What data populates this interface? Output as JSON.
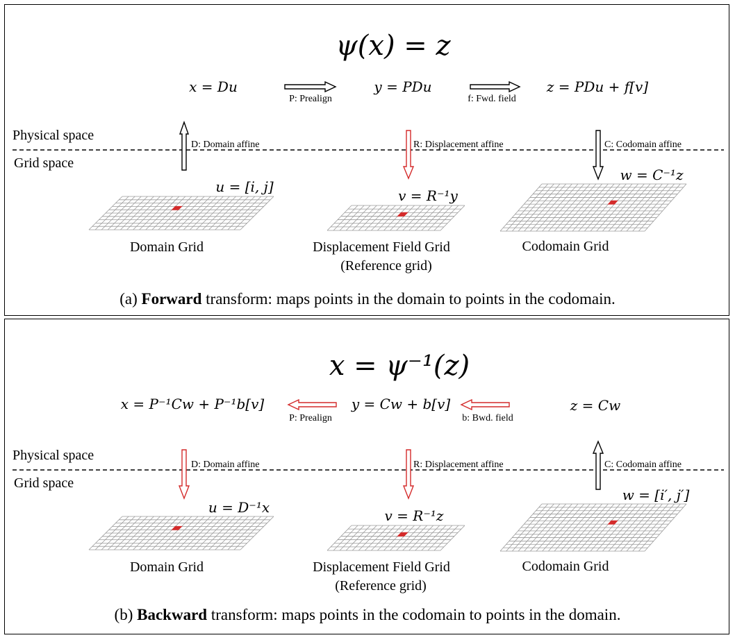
{
  "colors": {
    "accent_red": "#d42a2a",
    "black": "#000000",
    "grid": "#9a9a9a"
  },
  "forward": {
    "title": "ψ(x) = z",
    "eq_x": "x = Du",
    "eq_y": "y = PDu",
    "eq_z": "z = PDu + f[v]",
    "arrow1_label": "P: Prealign",
    "arrow2_label": "f: Fwd. field",
    "physical_label": "Physical space",
    "grid_label": "Grid space",
    "d_label": "D: Domain affine",
    "r_label": "R: Displacement affine",
    "c_label": "C: Codomain affine",
    "u_eq": "u = [i, j]",
    "v_eq": "v = R⁻¹y",
    "w_eq": "w = C⁻¹z",
    "grid1_name": "Domain Grid",
    "grid2_name": "Displacement Field Grid",
    "grid2_sub": "(Reference grid)",
    "grid3_name": "Codomain Grid",
    "caption_prefix": "(a) ",
    "caption_bold": "Forward",
    "caption_rest": " transform: maps points in the domain to points in the codomain."
  },
  "backward": {
    "title": "x = ψ⁻¹(z)",
    "eq_x": "x = P⁻¹Cw + P⁻¹b[v]",
    "eq_y": "y = Cw + b[v]",
    "eq_z": "z = Cw",
    "arrow1_label": "P: Prealign",
    "arrow2_label": "b: Bwd. field",
    "physical_label": "Physical space",
    "grid_label": "Grid space",
    "d_label": "D: Domain affine",
    "r_label": "R: Displacement affine",
    "c_label": "C: Codomain affine",
    "u_eq": "u = D⁻¹x",
    "v_eq": "v = R⁻¹z",
    "w_eq": "w = [i′, j′]",
    "grid1_name": "Domain Grid",
    "grid2_name": "Displacement Field Grid",
    "grid2_sub": "(Reference grid)",
    "grid3_name": "Codomain Grid",
    "caption_prefix": "(b) ",
    "caption_bold": "Backward",
    "caption_rest": " transform: maps points in the codomain to points in the domain."
  }
}
